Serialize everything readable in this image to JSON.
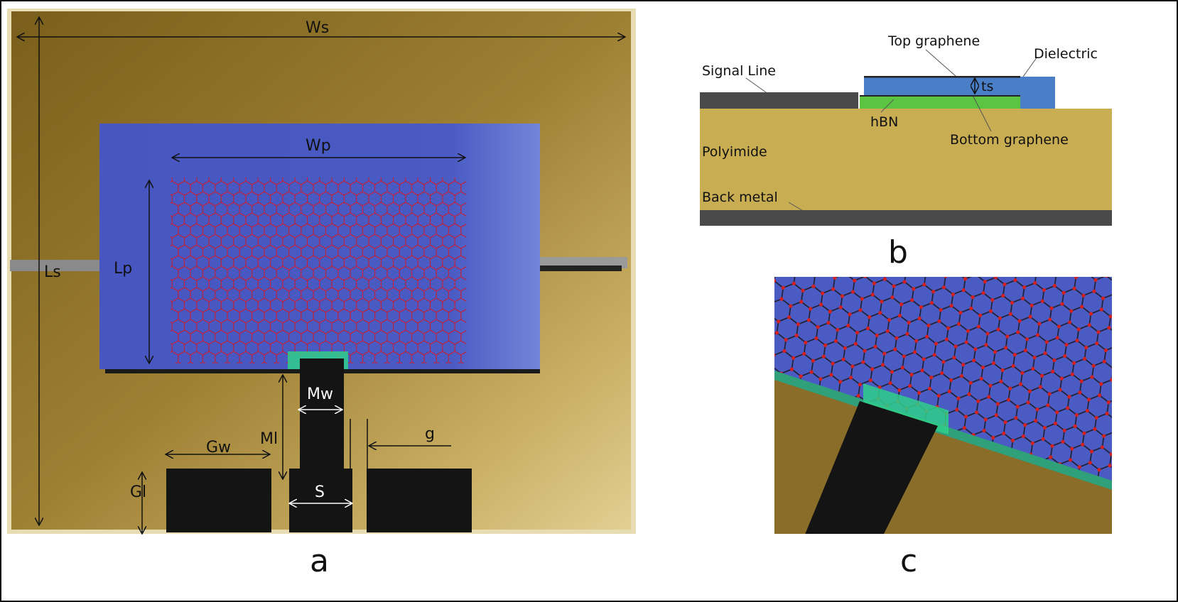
{
  "panel_a": {
    "caption": "a",
    "labels": {
      "ws": "Ws",
      "ls": "Ls",
      "wp": "Wp",
      "lp": "Lp",
      "mw": "Mw",
      "ml": "Ml",
      "gw": "Gw",
      "gl": "Gl",
      "s": "S",
      "g": "g"
    }
  },
  "panel_b": {
    "caption": "b",
    "labels": {
      "top_graphene": "Top graphene",
      "dielectric": "Dielectric",
      "signal_line": "Signal Line",
      "ts": "ts",
      "hbn": "hBN",
      "bottom_graphene": "Bottom graphene",
      "polyimide": "Polyimide",
      "back_metal": "Back metal"
    }
  },
  "panel_c": {
    "caption": "c"
  },
  "colors": {
    "gold": "#9c7f2f",
    "patch": "#4a5bc4",
    "graphene": "#c0213a",
    "metal": "#1a1a1a",
    "hbn": "#5cc443",
    "polyimide": "#c8ad52",
    "dielectric": "#4a7fc8"
  }
}
